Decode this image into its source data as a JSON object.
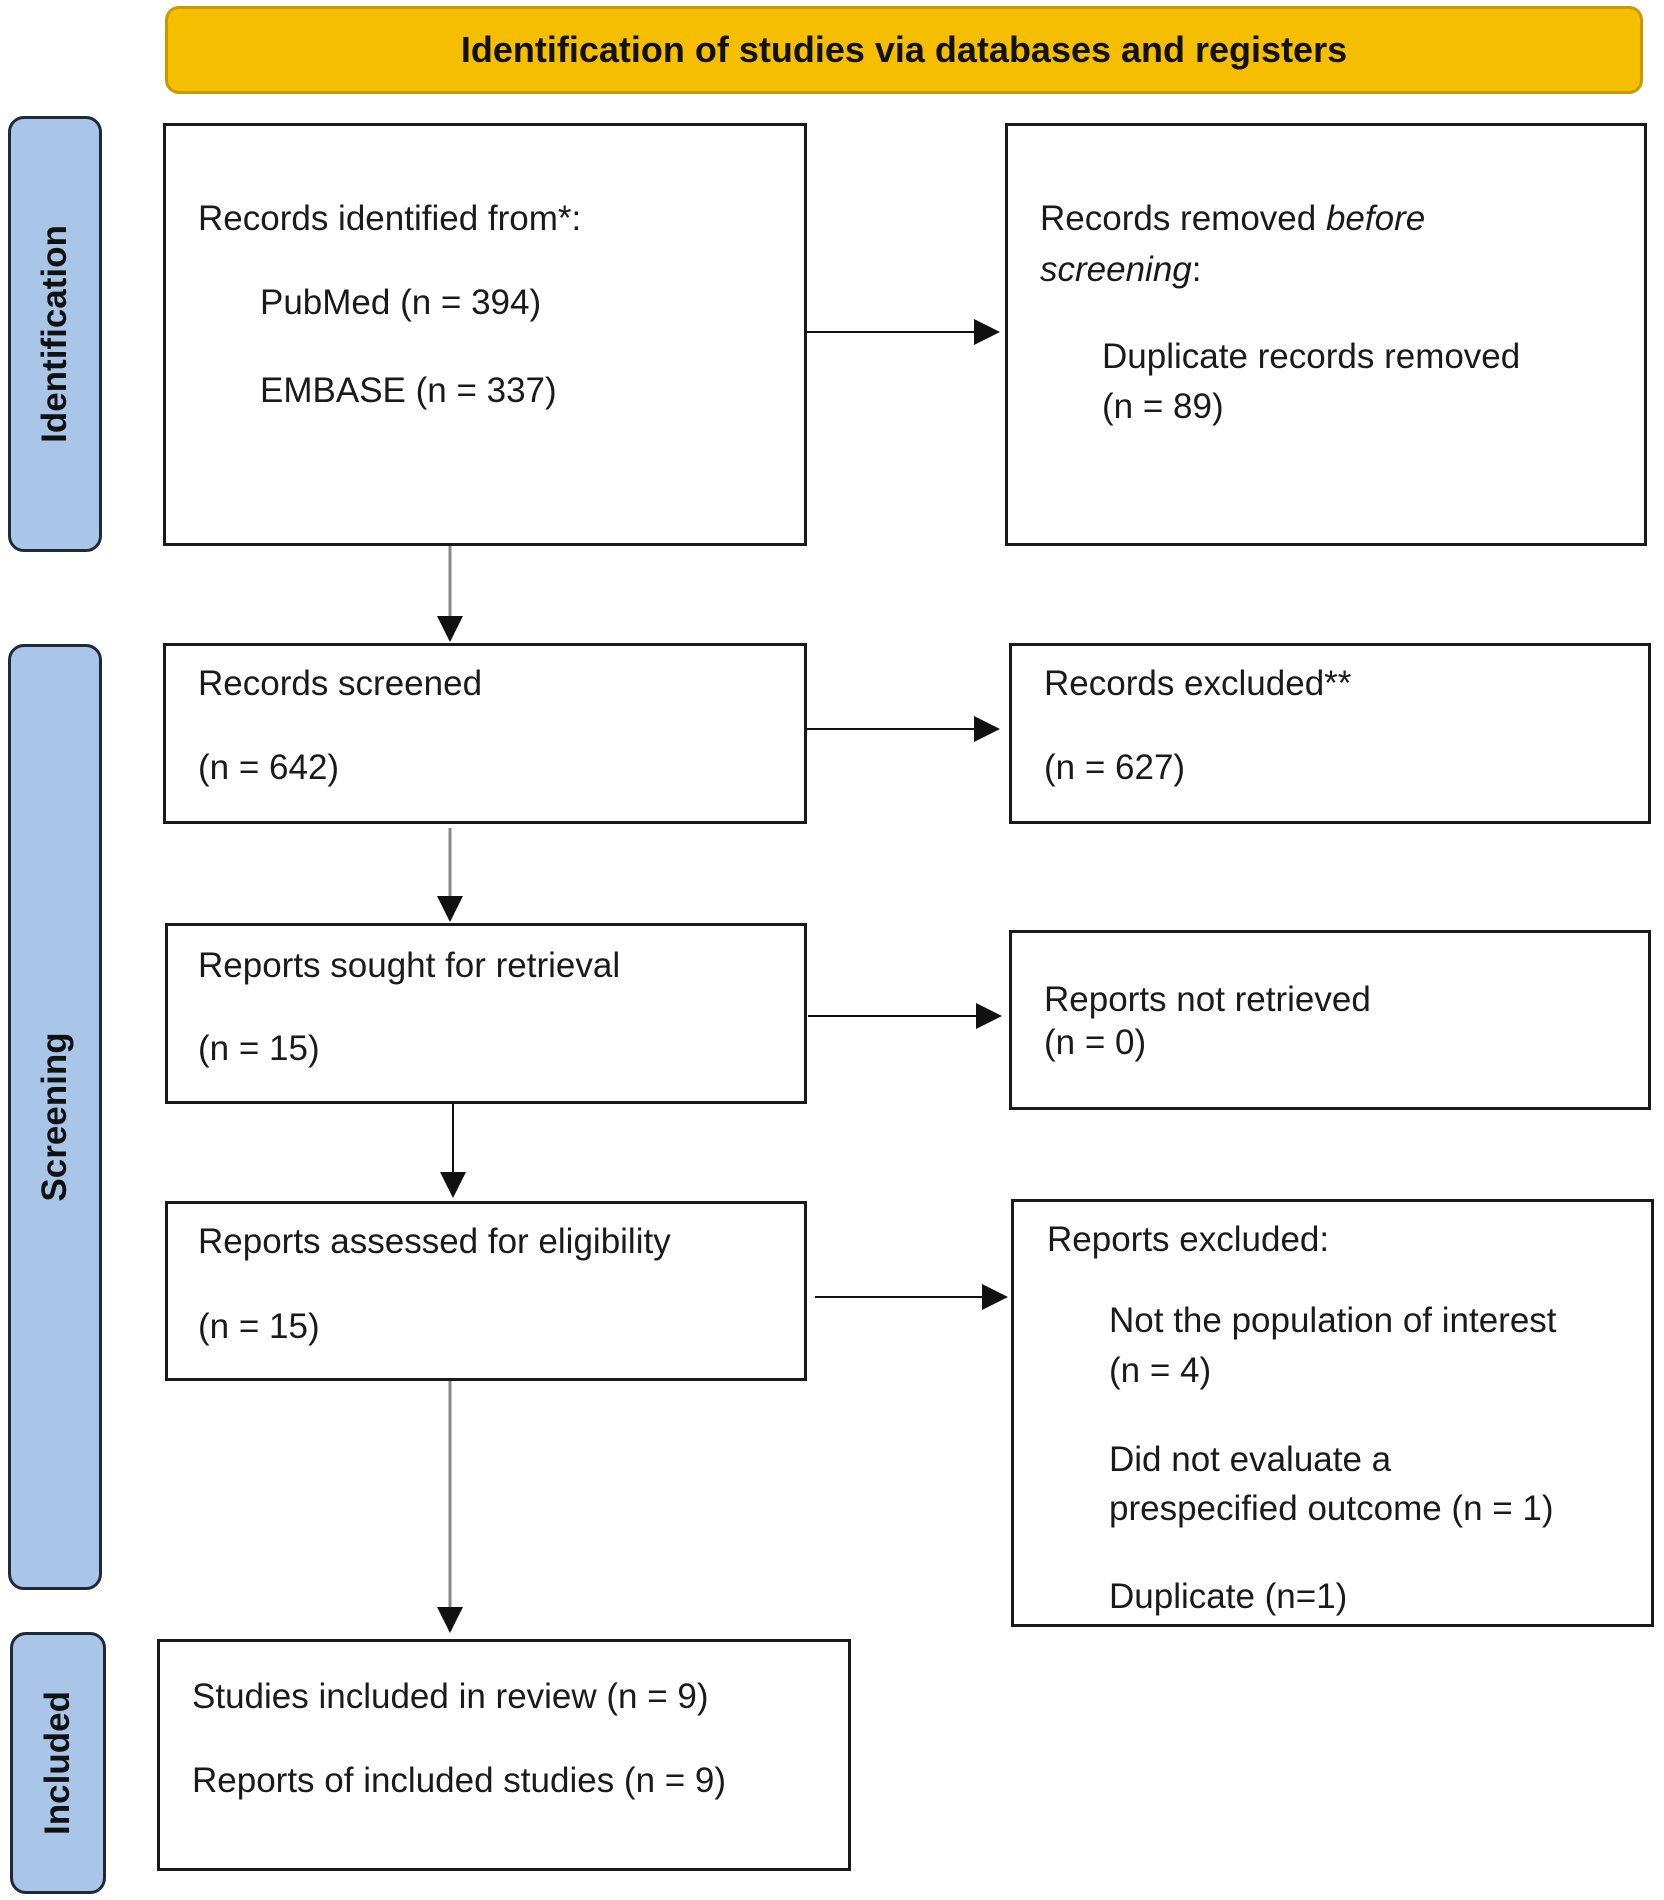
{
  "header": {
    "title": "Identification of studies via databases and registers"
  },
  "phases": {
    "identification": "Identification",
    "screening": "Screening",
    "included": "Included"
  },
  "identified": {
    "title": "Records identified from*:",
    "pubmed": "PubMed (n = 394)",
    "embase": "EMBASE (n = 337)"
  },
  "removed": {
    "title_plain": "Records removed ",
    "title_em": "before",
    "title_em2": "screening",
    "title_colon": ":",
    "line1": "Duplicate records removed",
    "line2": "(n = 89)"
  },
  "screened": {
    "title": "Records screened",
    "count": "(n = 642)"
  },
  "excluded": {
    "title": "Records excluded**",
    "count": "(n = 627)"
  },
  "sought": {
    "title": "Reports sought for retrieval",
    "count": "(n = 15)"
  },
  "not_retrieved": {
    "title": "Reports not retrieved",
    "count": "(n = 0)"
  },
  "assessed": {
    "title": "Reports assessed for eligibility",
    "count": "(n = 15)"
  },
  "reports_excluded": {
    "title": "Reports excluded:",
    "r1a": "Not the population of interest",
    "r1b": "(n = 4)",
    "r2a": "Did not evaluate a",
    "r2b": "prespecified outcome (n = 1)",
    "r3": "Duplicate (n=1)"
  },
  "included": {
    "studies": "Studies included in review (n = 9)",
    "reports": "Reports of included studies (n = 9)"
  }
}
